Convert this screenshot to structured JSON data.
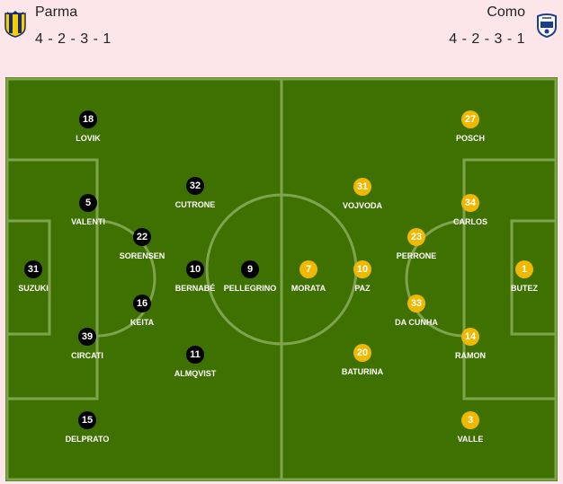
{
  "home": {
    "name": "Parma",
    "formation": "4 - 2 - 3 - 1",
    "kit_color": "#000000",
    "crest_icon": "parma-crest-icon",
    "players": [
      {
        "number": "18",
        "name": "LOVIK"
      },
      {
        "number": "5",
        "name": "VALENTI"
      },
      {
        "number": "31",
        "name": "SUZUKI"
      },
      {
        "number": "39",
        "name": "CIRCATI"
      },
      {
        "number": "15",
        "name": "DELPRATO"
      },
      {
        "number": "22",
        "name": "SORENSEN"
      },
      {
        "number": "16",
        "name": "KEITA"
      },
      {
        "number": "32",
        "name": "CUTRONE"
      },
      {
        "number": "10",
        "name": "BERNABÉ"
      },
      {
        "number": "11",
        "name": "ALMQVIST"
      },
      {
        "number": "9",
        "name": "PELLEGRINO"
      }
    ]
  },
  "away": {
    "name": "Como",
    "formation": "4 - 2 - 3 - 1",
    "kit_color": "#f0b800",
    "crest_icon": "como-crest-icon",
    "players": [
      {
        "number": "27",
        "name": "POSCH"
      },
      {
        "number": "34",
        "name": "CARLOS"
      },
      {
        "number": "1",
        "name": "BUTEZ"
      },
      {
        "number": "14",
        "name": "RAMON"
      },
      {
        "number": "3",
        "name": "VALLE"
      },
      {
        "number": "23",
        "name": "PERRONE"
      },
      {
        "number": "33",
        "name": "DA CUNHA"
      },
      {
        "number": "31",
        "name": "VOJVODA"
      },
      {
        "number": "10",
        "name": "PAZ"
      },
      {
        "number": "20",
        "name": "BATURINA"
      },
      {
        "number": "7",
        "name": "MORATA"
      }
    ]
  },
  "pitch_color": "#3f7101",
  "line_color": "#7fa450"
}
